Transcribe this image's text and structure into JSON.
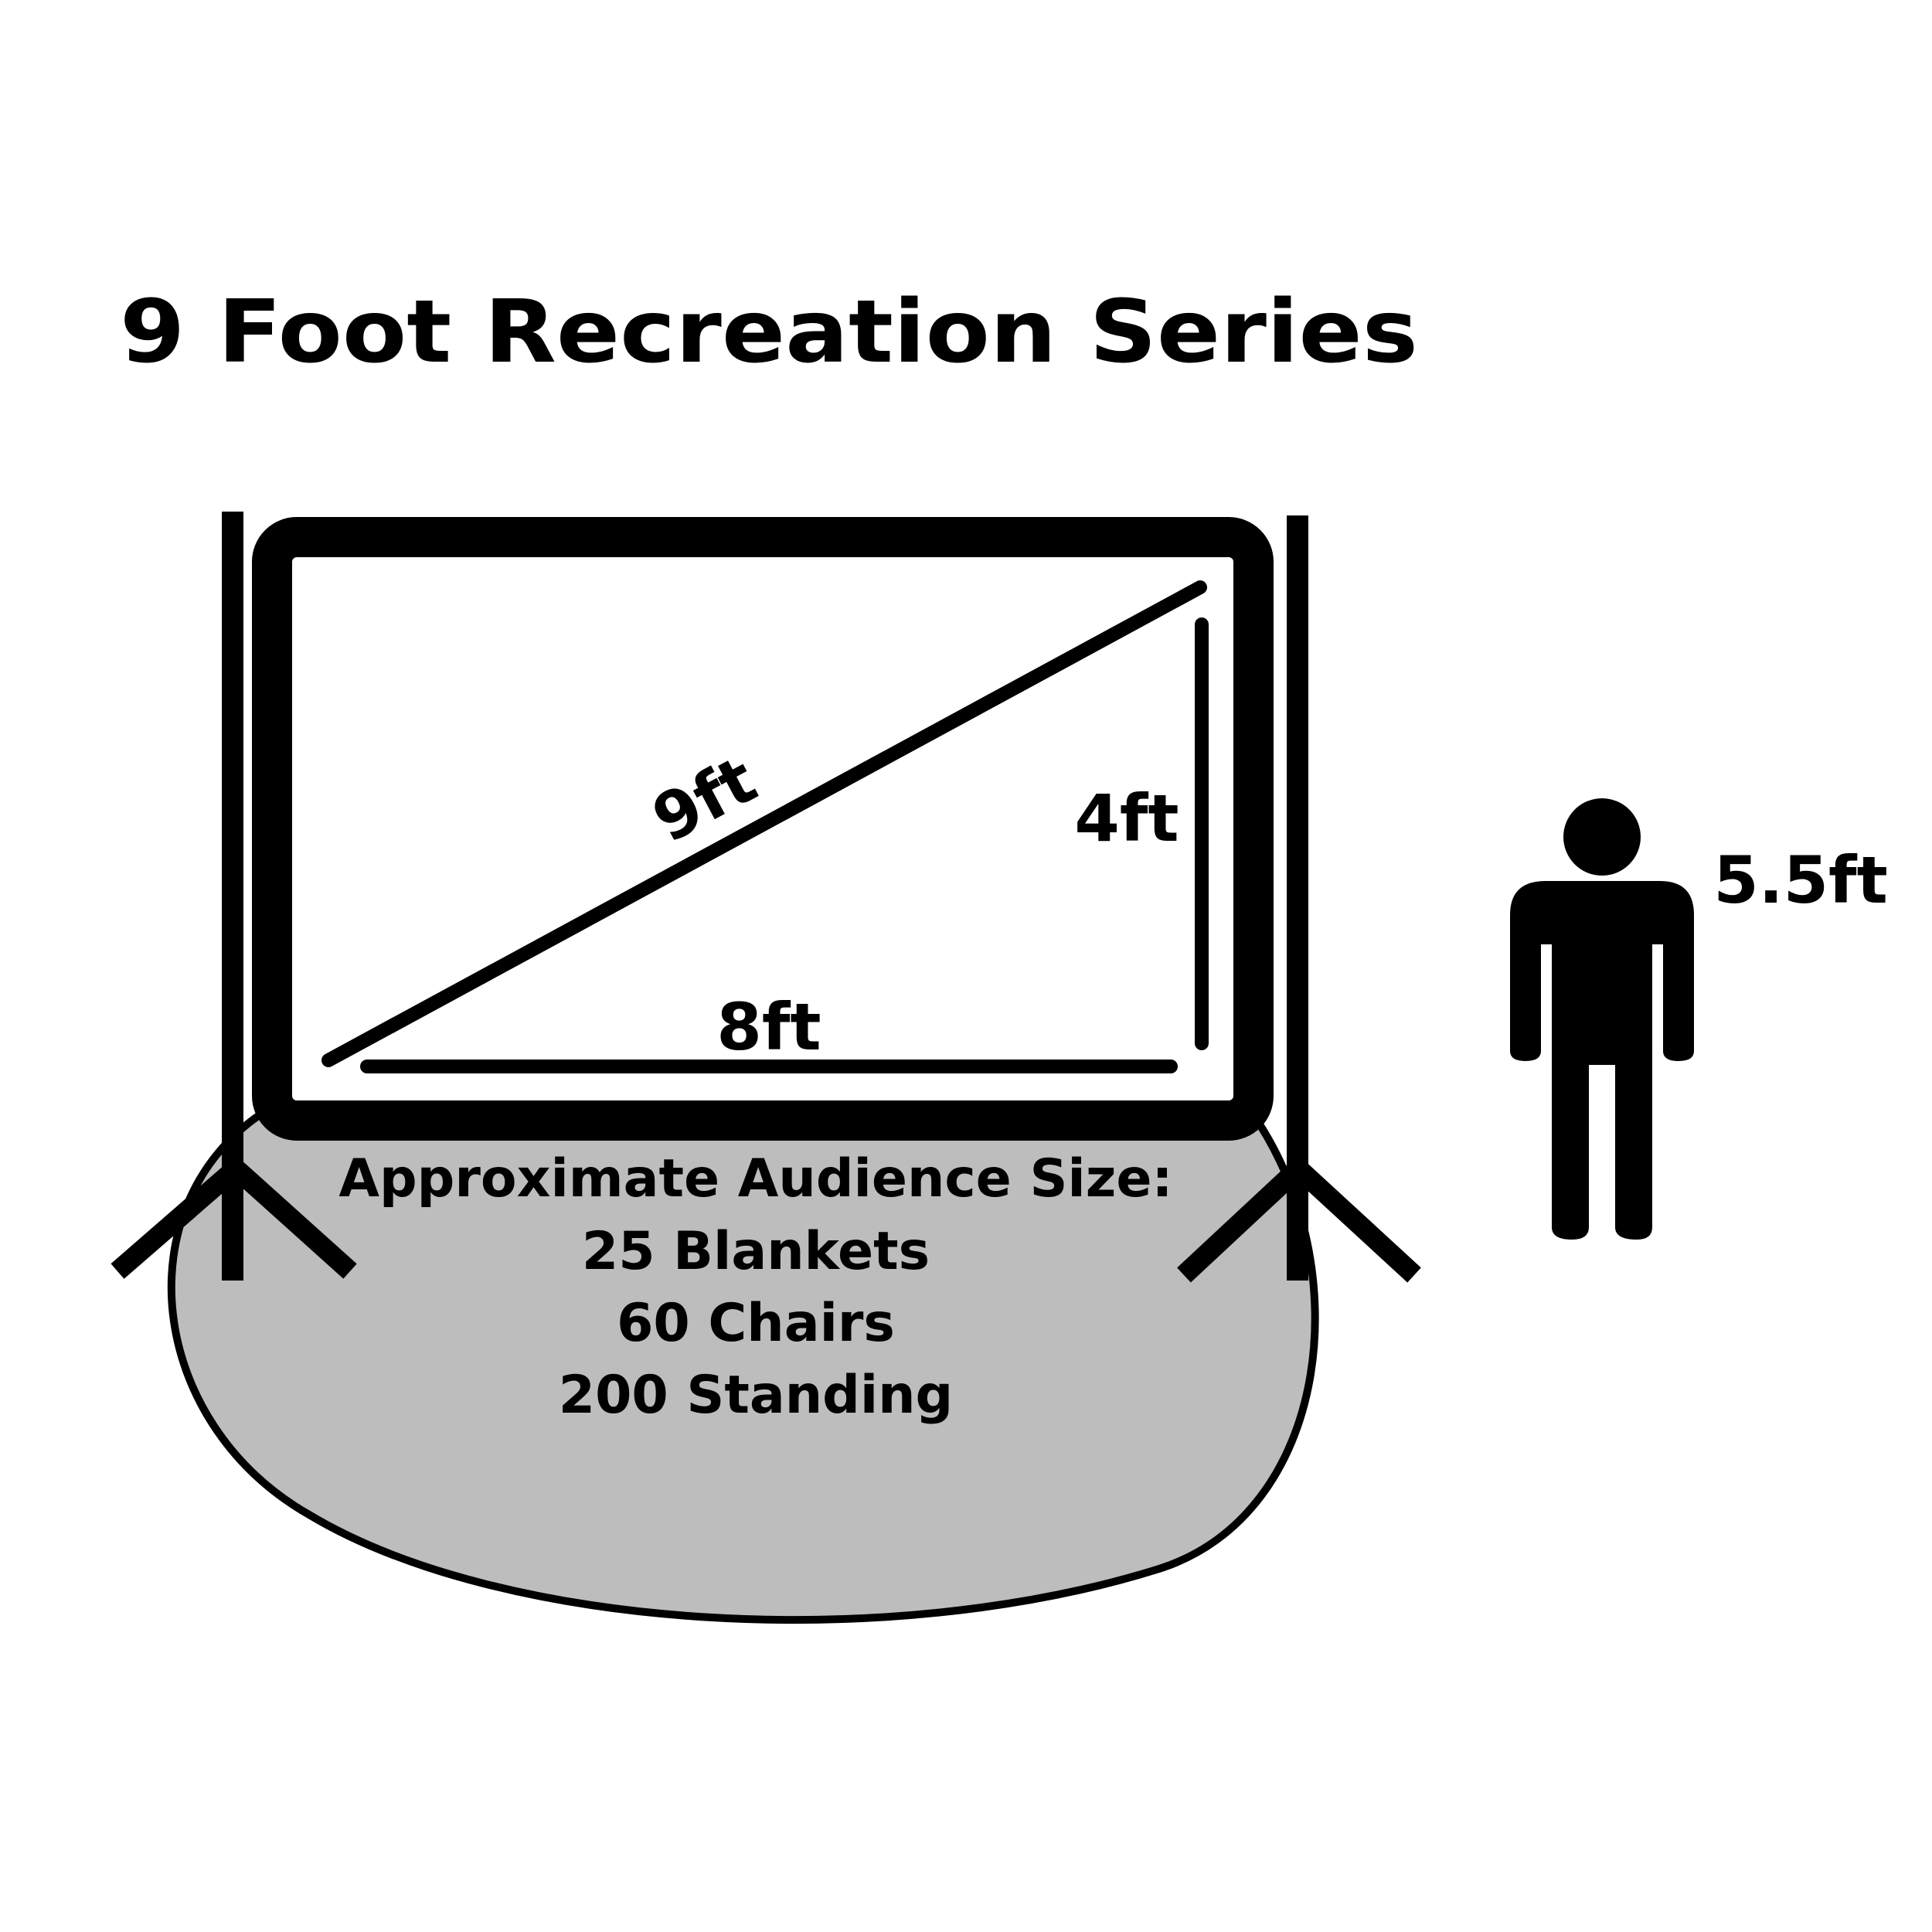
{
  "title": "9 Foot Recreation Series",
  "screen": {
    "diagonal_label": "9ft",
    "width_label": "8ft",
    "height_label": "4ft"
  },
  "person": {
    "height_label": "5.5ft"
  },
  "audience": {
    "heading": "Approximate Audience Size:",
    "lines": [
      "25 Blankets",
      "60 Chairs",
      "200 Standing"
    ]
  },
  "colors": {
    "ink": "#000000",
    "audience_area": "#bdbdbd",
    "background": "#ffffff"
  }
}
